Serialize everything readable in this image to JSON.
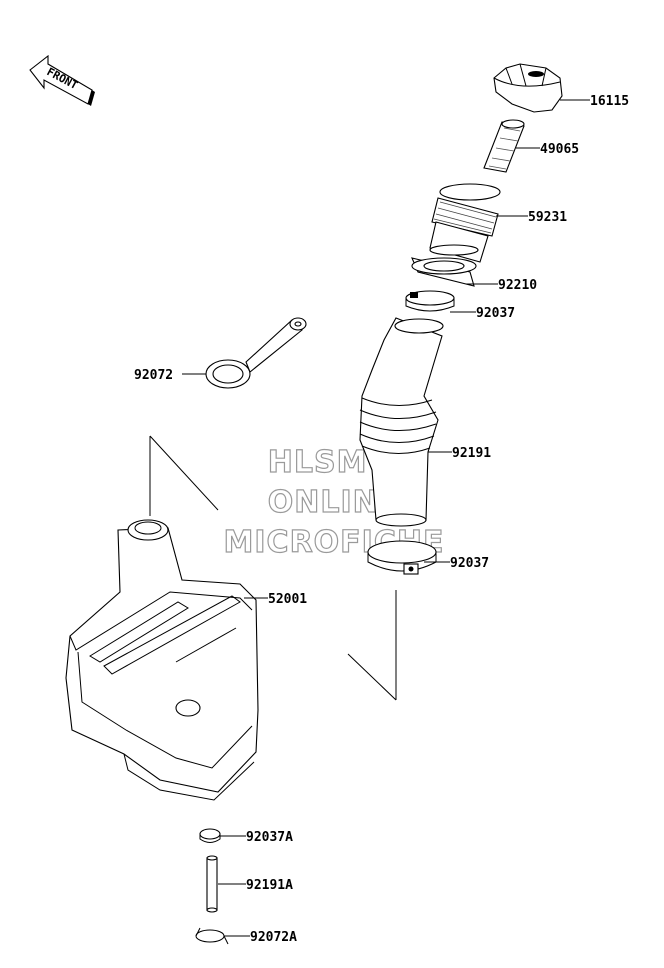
{
  "front_label": "FRONT",
  "watermark": {
    "line1": "HLSM'S",
    "line2": "ONLINE",
    "line3": "MICROFICHE"
  },
  "parts": [
    {
      "id": "16115",
      "label": "16115",
      "icon": "fuel-cap"
    },
    {
      "id": "49065",
      "label": "49065",
      "icon": "filter-screen"
    },
    {
      "id": "59231",
      "label": "59231",
      "icon": "filler-neck"
    },
    {
      "id": "92210",
      "label": "92210",
      "icon": "nut-ring"
    },
    {
      "id": "92037_top",
      "label": "92037",
      "icon": "clamp"
    },
    {
      "id": "92072",
      "label": "92072",
      "icon": "strap"
    },
    {
      "id": "92191",
      "label": "92191",
      "icon": "bellows-hose"
    },
    {
      "id": "92037_bottom",
      "label": "92037",
      "icon": "hose-clamp"
    },
    {
      "id": "52001",
      "label": "52001",
      "icon": "fuel-tank"
    },
    {
      "id": "92037A",
      "label": "92037A",
      "icon": "small-clamp"
    },
    {
      "id": "92191A",
      "label": "92191A",
      "icon": "vent-tube"
    },
    {
      "id": "92072A",
      "label": "92072A",
      "icon": "wire-clip"
    }
  ]
}
